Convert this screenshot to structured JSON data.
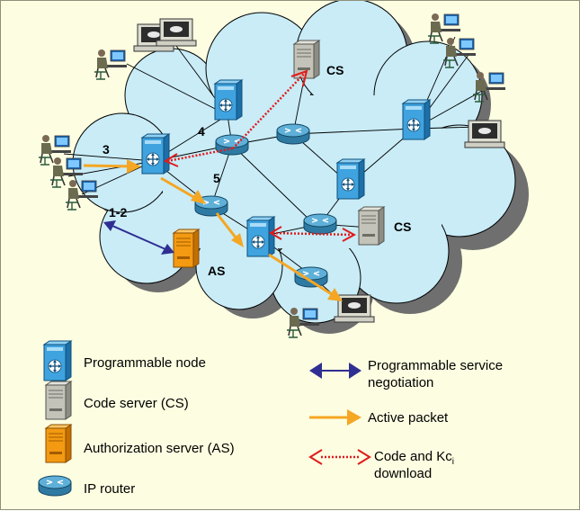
{
  "diagram": {
    "step_labels": {
      "s3": "3",
      "s4": "4",
      "s5": "5",
      "s12": "1-2"
    },
    "server_labels": {
      "cs_top": "CS",
      "cs_right": "CS",
      "as": "AS"
    }
  },
  "legend": {
    "programmable_node": "Programmable node",
    "code_server": "Code server (CS)",
    "authorization_server": "Authorization server (AS)",
    "ip_router": "IP router",
    "negotiation_line1": "Programmable service",
    "negotiation_line2": "negotiation",
    "active_packet": "Active packet",
    "download_line1_prefix": "Code and Kc",
    "download_line1_sub": "i",
    "download_line2": "download"
  },
  "colors": {
    "background": "#fdfde1",
    "cloud_fill": "#c9ecf7",
    "cloud_shadow": "#6f6f6f",
    "negotiation_arrow": "#2f2f93",
    "active_packet_arrow": "#f5a623",
    "download_arrow": "#e01b1b",
    "programmable_node": "#3fa3df",
    "code_server": "#b9b9b0",
    "authorization_server": "#f08c00",
    "ip_router": "#3e8fb6"
  },
  "icons": [
    "programmable-node-icon",
    "code-server-icon",
    "authorization-server-icon",
    "ip-router-icon",
    "user-workstation-icon",
    "monitor-icon"
  ]
}
